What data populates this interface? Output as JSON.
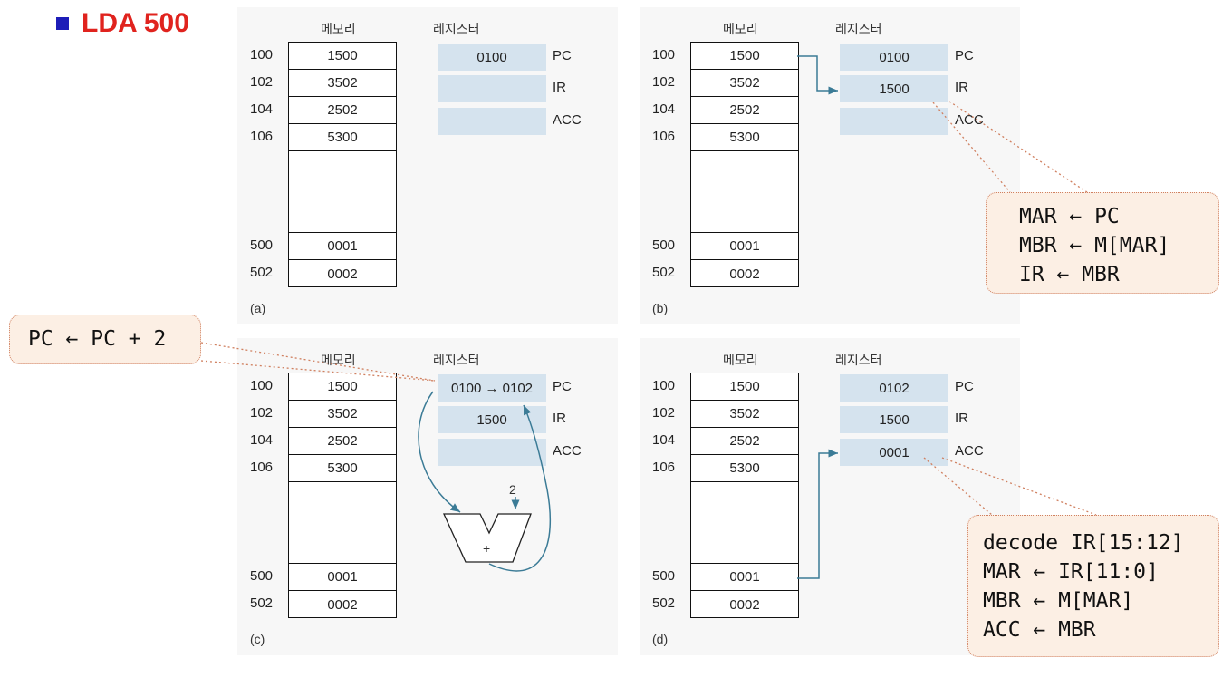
{
  "title": "LDA 500",
  "headers": {
    "memory": "메모리",
    "registers": "레지스터"
  },
  "addresses": [
    "100",
    "102",
    "104",
    "106",
    "500",
    "502"
  ],
  "register_names": [
    "PC",
    "IR",
    "ACC"
  ],
  "panels": [
    {
      "caption": "(a)",
      "memory": [
        "1500",
        "3502",
        "2502",
        "5300",
        "0001",
        "0002"
      ],
      "registers": {
        "pc": "0100",
        "ir": "",
        "acc": ""
      }
    },
    {
      "caption": "(b)",
      "memory": [
        "1500",
        "3502",
        "2502",
        "5300",
        "0001",
        "0002"
      ],
      "registers": {
        "pc": "0100",
        "ir": "1500",
        "acc": ""
      }
    },
    {
      "caption": "(c)",
      "memory": [
        "1500",
        "3502",
        "2502",
        "5300",
        "0001",
        "0002"
      ],
      "registers": {
        "pc": "0100 → 0102",
        "ir": "1500",
        "acc": ""
      },
      "adder_input": "2",
      "adder_op": "+"
    },
    {
      "caption": "(d)",
      "memory": [
        "1500",
        "3502",
        "2502",
        "5300",
        "0001",
        "0002"
      ],
      "registers": {
        "pc": "0102",
        "ir": "1500",
        "acc": "0001"
      }
    }
  ],
  "callouts": {
    "fetch": [
      "MAR ← PC",
      "MBR ← M[MAR]",
      "IR ← MBR"
    ],
    "increment": "PC ← PC + 2",
    "execute": [
      "decode IR[15:12]",
      "MAR ← IR[11:0]",
      "MBR ← M[MAR]",
      "ACC ← MBR"
    ]
  }
}
